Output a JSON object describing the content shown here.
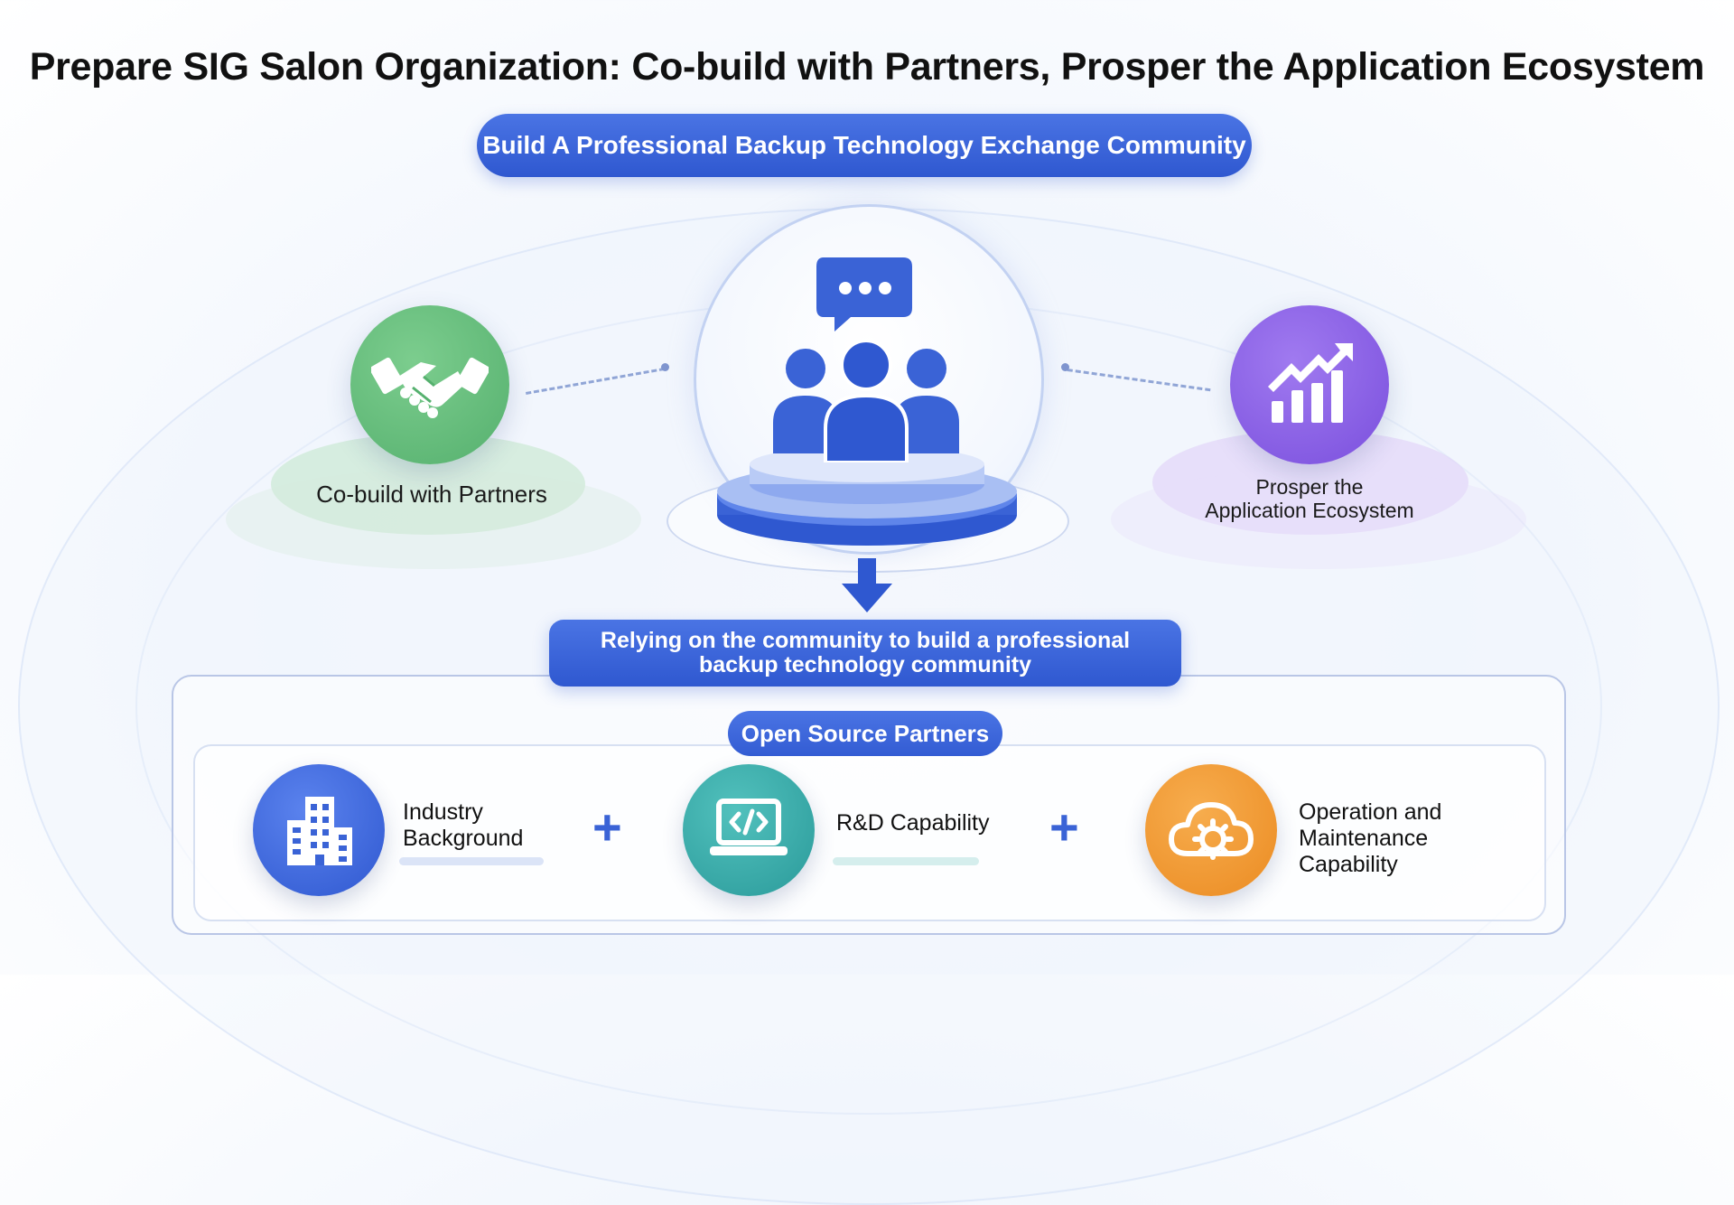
{
  "title": "Prepare SIG Salon Organization: Co-build with Partners, Prosper the Application Ecosystem",
  "top_banner": "Build A Professional Backup Technology Exchange Community",
  "left_node": {
    "label": "Co-build with Partners",
    "icon": "handshake-icon",
    "color": "#5bb874"
  },
  "right_node": {
    "label_line1": "Prosper the",
    "label_line2": "Application Ecosystem",
    "icon": "growth-chart-icon",
    "color": "#8a5ee8"
  },
  "center_node": {
    "icons": [
      "chat-bubble-icon",
      "community-people-icon",
      "podium-icon"
    ],
    "color": "#3a63d6"
  },
  "result_box": {
    "line1": "Relying on the community to build a professional",
    "line2": "backup technology community"
  },
  "partners_section": {
    "title": "Open Source Partners",
    "items": [
      {
        "line1": "Industry",
        "line2": "Background",
        "line3": "",
        "icon": "building-icon",
        "color": "#3a63d6"
      },
      {
        "line1": "R&D Capability",
        "line2": "",
        "line3": "",
        "icon": "code-laptop-icon",
        "color": "#2fa3a3"
      },
      {
        "line1": "Operation and",
        "line2": "Maintenance",
        "line3": "Capability",
        "icon": "cloud-gear-icon",
        "color": "#f0922e"
      }
    ],
    "separator": "+"
  }
}
